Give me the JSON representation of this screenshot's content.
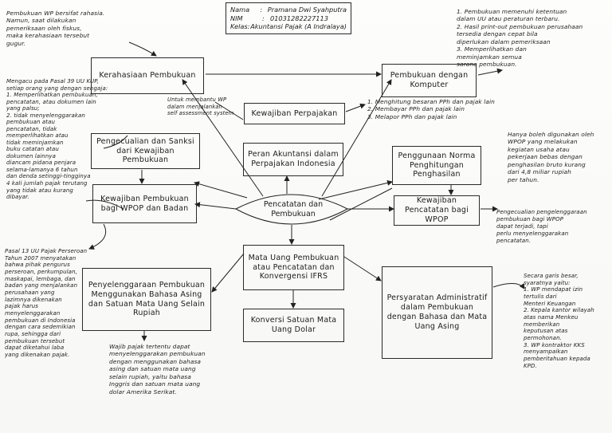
{
  "header": {
    "nama_label": "Nama",
    "nama_value": "Pramana Dwi Syahputra",
    "nim_label": "NIM",
    "nim_value": "01031282227113",
    "kelas_label": "Kelas",
    "kelas_value": "Akuntansi Pajak (A Indralaya)"
  },
  "center": "Pencatatan dan Pembukuan",
  "boxes": {
    "kerahasiaan": "Kerahasiaan Pembukuan",
    "komputer": "Pembukuan dengan Komputer",
    "kewajiban_perpajakan": "Kewajiban Perpajakan",
    "pengecualian_sanksi": "Pengecualian dan Sanksi dari Kewajiban Pembukuan",
    "peran": "Peran Akuntansi dalam Perpajakan Indonesia",
    "norma": "Penggunaan Norma Penghitungan Penghasilan",
    "kewajiban_pembukuan": "Kewajiban Pembukuan bagi WPOP dan Badan",
    "kewajiban_pencatatan": "Kewajiban Pencatatan bagi WPOP",
    "mata_uang": "Mata Uang Pembukuan atau Pencatatan dan Konvergensi IFRS",
    "bahasa_asing": "Penyelenggaraan Pembukuan Menggunakan Bahasa Asing dan Satuan Mata Uang Selain Rupiah",
    "konversi": "Konversi Satuan Mata Uang Dolar",
    "persyaratan": "Persyaratan Administratif dalam Pembukuan dengan Bahasa dan Mata Uang Asing"
  },
  "notes": {
    "kerahasiaan": [
      "Pembukuan WP bersifat rahasia.",
      "Namun, saat dilakukan",
      "pemeriksaan oleh fiskus,",
      "maka kerahasiaan tersebut",
      "gugur."
    ],
    "komputer": [
      "1. Pembukuan memenuhi ketentuan",
      "    dalam UU atau peraturan terbaru.",
      "2. Hasil print-out pembukuan perusahaan",
      "    tersedia dengan cepat bila",
      "    diperlukan dalam pemeriksaan",
      "3. Memperlihatkan dan",
      "    meminjamkan semua",
      "    sarana pembukuan."
    ],
    "pasal39": [
      "Mengacu pada Pasal 39 UU KUP,",
      "setiap orang yang dengan sengaja:",
      "1. Memperlihatkan pembukuan,",
      "    pencatatan, atau dokumen lain",
      "    yang palsu;",
      "2. tidak menyelenggarakan",
      "    pembukuan atau",
      "    pencatatan, tidak",
      "    memperlihatkan atau",
      "    tidak meminjamkan",
      "    buku catatan atau",
      "    dokumen lainnya",
      "diancam pidana penjara",
      "selama-lamanya 6 tahun",
      "dan denda setinggi-tingginya",
      "4 kali jumlah pajak terutang",
      "yang tidak atau kurang",
      "dibayar."
    ],
    "selfassessment": [
      "Untuk membantu WP",
      "dalam menjalankan",
      "self assessment system"
    ],
    "kewajiban_perpajakan": [
      "1. Menghitung besaran PPh dan pajak lain",
      "2. Membayar PPh dan pajak lain",
      "3. Melapor PPh dan pajak lain"
    ],
    "norma": [
      "Hanya boleh digunakan oleh",
      "WPOP yang melakukan",
      "kegiatan usaha atau",
      "pekerjaan bebas dengan",
      "penghasilan bruto kurang",
      "dari 4,8 miliar rupiah",
      "per tahun."
    ],
    "pencatatan": [
      "Pengecualian pengelenggaraan",
      "pembukuan bagi WPOP",
      "dapat terjadi, tapi",
      "perlu menyelenggarakan",
      "pencatatan."
    ],
    "pasal13": [
      "Pasal 13 UU Pajak Perseroan",
      "Tahun 2007 menyatakan",
      "bahwa pihak pengurus",
      "perseroan, perkumpulan,",
      "maskapai, lembaga, dan",
      "badan yang menjalankan",
      "perusahaan yang",
      "lazimnya dikenakan",
      "pajak harus",
      "menyelenggarakan",
      "pembukuan di Indonesia",
      "dengan cara sedemikian",
      "rupa, sehingga dari",
      "pembukuan tersebut",
      "dapat diketahui laba",
      "yang dikenakan pajak."
    ],
    "bahasa_asing": [
      "Wajib pajak tertentu dapat",
      "menyelenggarakan pembukuan",
      "dengan menggunakan bahasa",
      "asing dan satuan mata uang",
      "selain rupiah, yaitu bahasa",
      "Inggris dan satuan mata uang",
      "dolar Amerika Serikat."
    ],
    "persyaratan": [
      "Secara garis besar,",
      "syaratnya yaitu:",
      "1. WP mendapat izin",
      "    tertulis dari",
      "    Menteri Keuangan",
      "2. Kepala kantor wilayah",
      "    atas nama Menkeu",
      "    memberikan",
      "    keputusan atas",
      "    permohonan.",
      "3. WP kontraktor KKS",
      "    menyampaikan",
      "    pemberitahuan kepada",
      "    KPD."
    ]
  }
}
